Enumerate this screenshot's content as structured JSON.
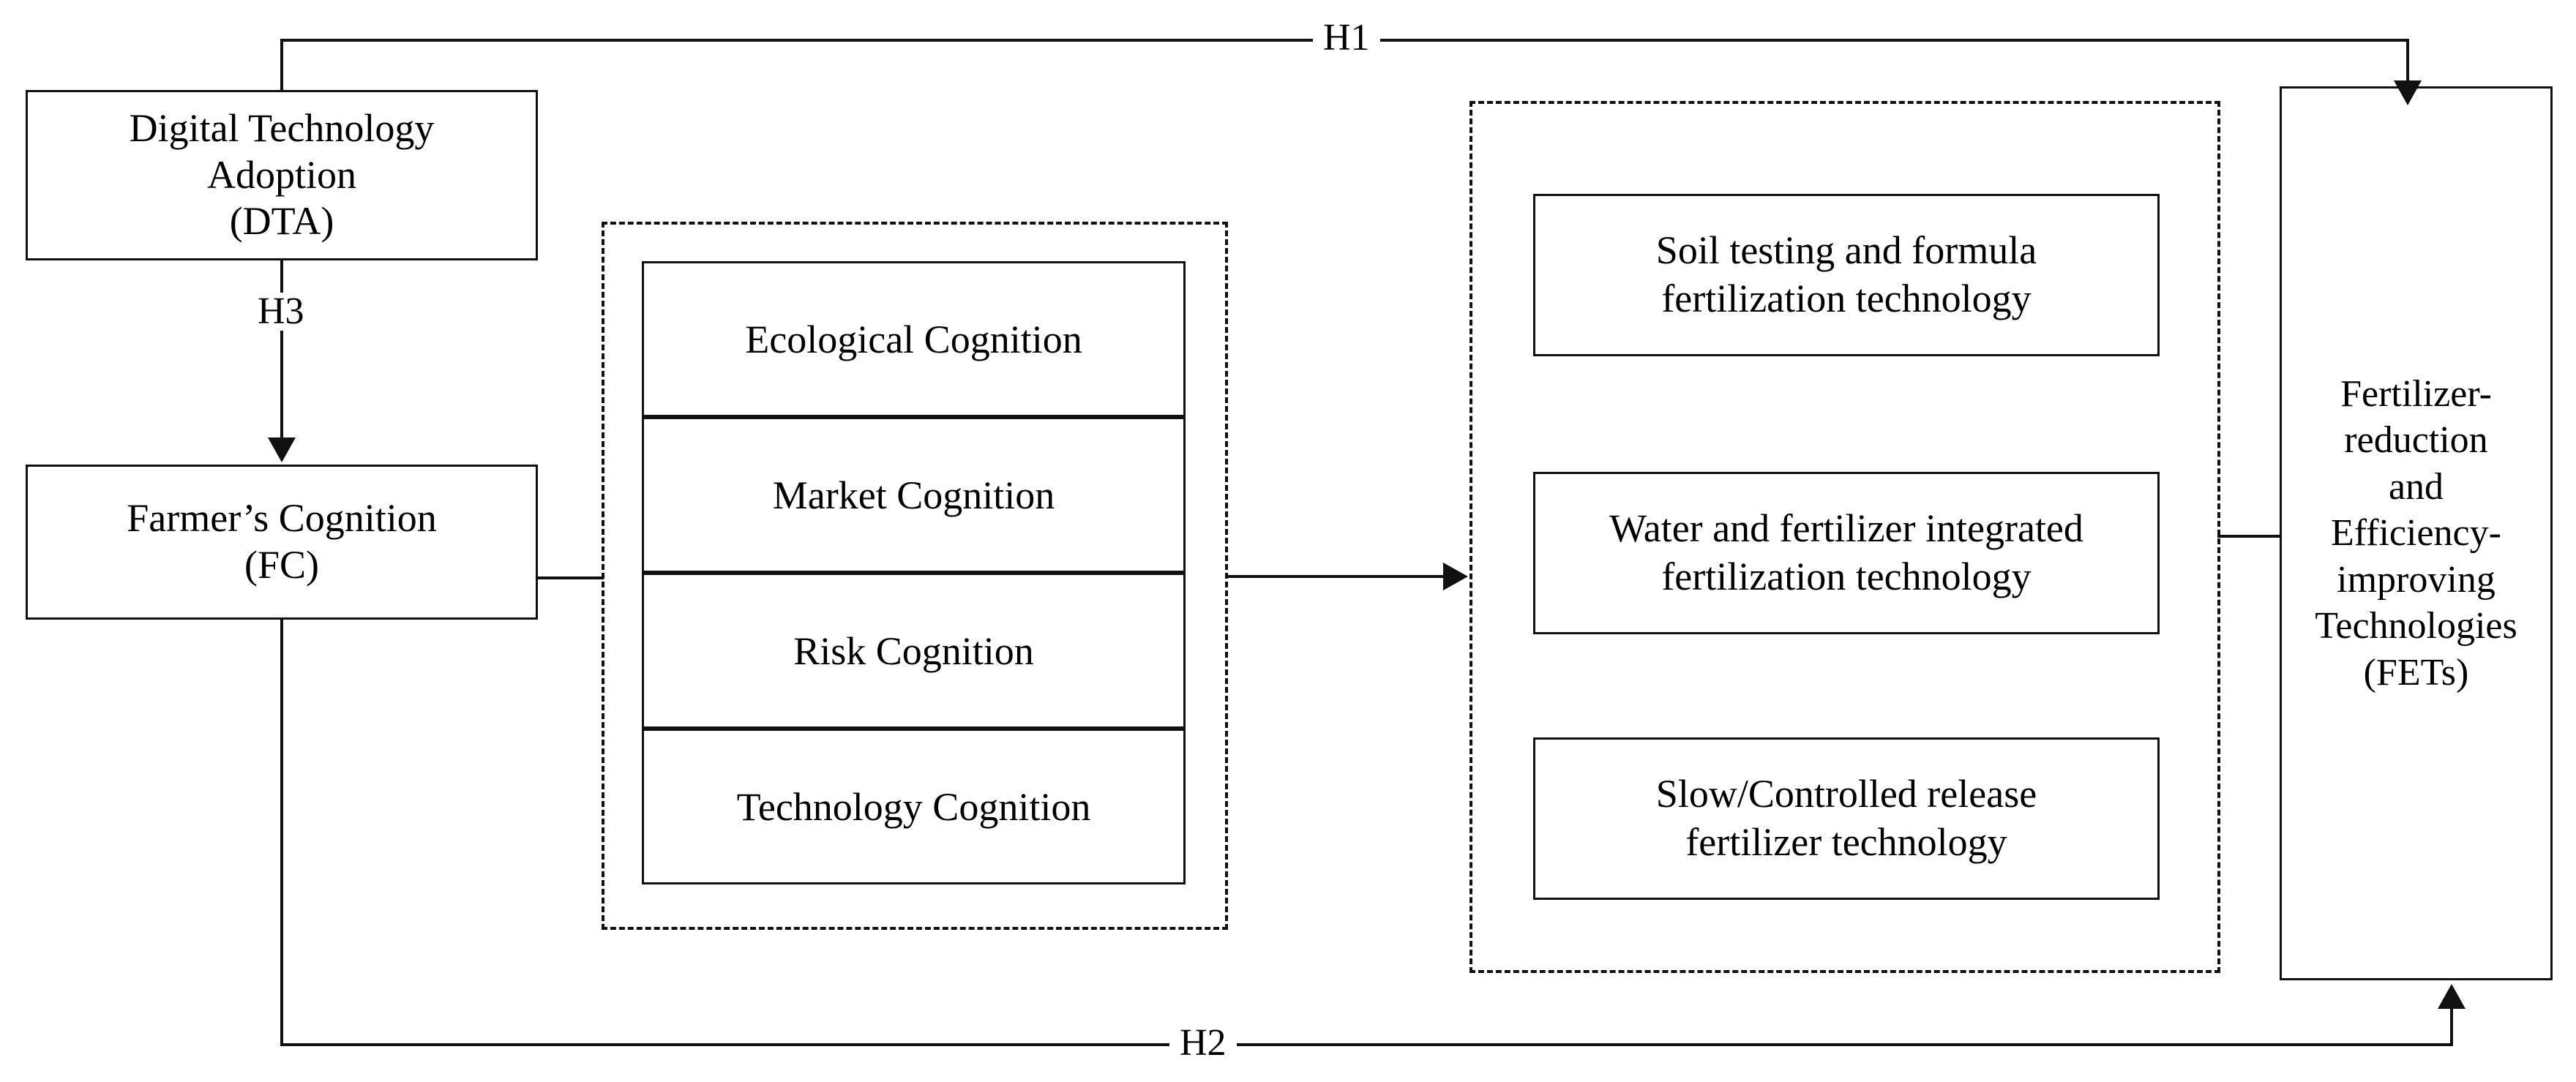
{
  "diagram": {
    "title_nodes": {
      "dta": "Digital Technology\nAdoption\n(DTA)",
      "dta_lines": [
        "Digital Technology",
        "Adoption",
        "(DTA)"
      ],
      "fc": "Farmer’s Cognition\n(FC)",
      "fc_lines": [
        "Farmer’s Cognition",
        "(FC)"
      ],
      "fets": "Fertilizer-\nreduction\nand\nEfficiency-\nimproving\nTechnologies\n(FETs)",
      "fets_lines": [
        "Fertilizer-",
        "reduction",
        "and",
        "Efficiency-",
        "improving",
        "Technologies",
        "(FETs)"
      ]
    },
    "cognition_group": {
      "items": [
        {
          "label": "Ecological Cognition"
        },
        {
          "label": "Market Cognition"
        },
        {
          "label": "Risk Cognition"
        },
        {
          "label": "Technology Cognition"
        }
      ]
    },
    "technology_group": {
      "items": [
        {
          "label": "Soil testing and formula fertilization technology",
          "lines": [
            "Soil testing and formula",
            "fertilization technology"
          ]
        },
        {
          "label": "Water and fertilizer integrated fertilization technology",
          "lines": [
            "Water and fertilizer integrated",
            "fertilization technology"
          ]
        },
        {
          "label": "Slow/Controlled release fertilizer technology",
          "lines": [
            "Slow/Controlled release",
            "fertilizer technology"
          ]
        }
      ]
    },
    "edges": [
      {
        "id": "h1",
        "label": "H1",
        "from": "Digital Technology Adoption (DTA)",
        "to": "Fertilizer-reduction and Efficiency-improving Technologies (FETs)",
        "style": "solid-arrow"
      },
      {
        "id": "h3",
        "label": "H3",
        "from": "Digital Technology Adoption (DTA)",
        "to": "Farmer’s Cognition (FC)",
        "style": "solid-arrow"
      },
      {
        "id": "h2",
        "label": "H2",
        "from": "Farmer’s Cognition (FC)",
        "to": "Fertilizer-reduction and Efficiency-improving Technologies (FETs)",
        "style": "solid-arrow"
      },
      {
        "id": "fc-to-cognition",
        "label": "",
        "from": "Farmer’s Cognition (FC)",
        "to": "Cognition dimensions group",
        "style": "solid-line"
      },
      {
        "id": "cognition-to-technologies",
        "label": "",
        "from": "Cognition dimensions group",
        "to": "Fertilizer technologies group",
        "style": "solid-arrow"
      },
      {
        "id": "technologies-to-fets",
        "label": "",
        "from": "Fertilizer technologies group",
        "to": "Fertilizer-reduction and Efficiency-improving Technologies (FETs)",
        "style": "solid-line"
      }
    ],
    "colors": {
      "stroke": "#111111",
      "background": "#ffffff",
      "text": "#000000"
    }
  }
}
